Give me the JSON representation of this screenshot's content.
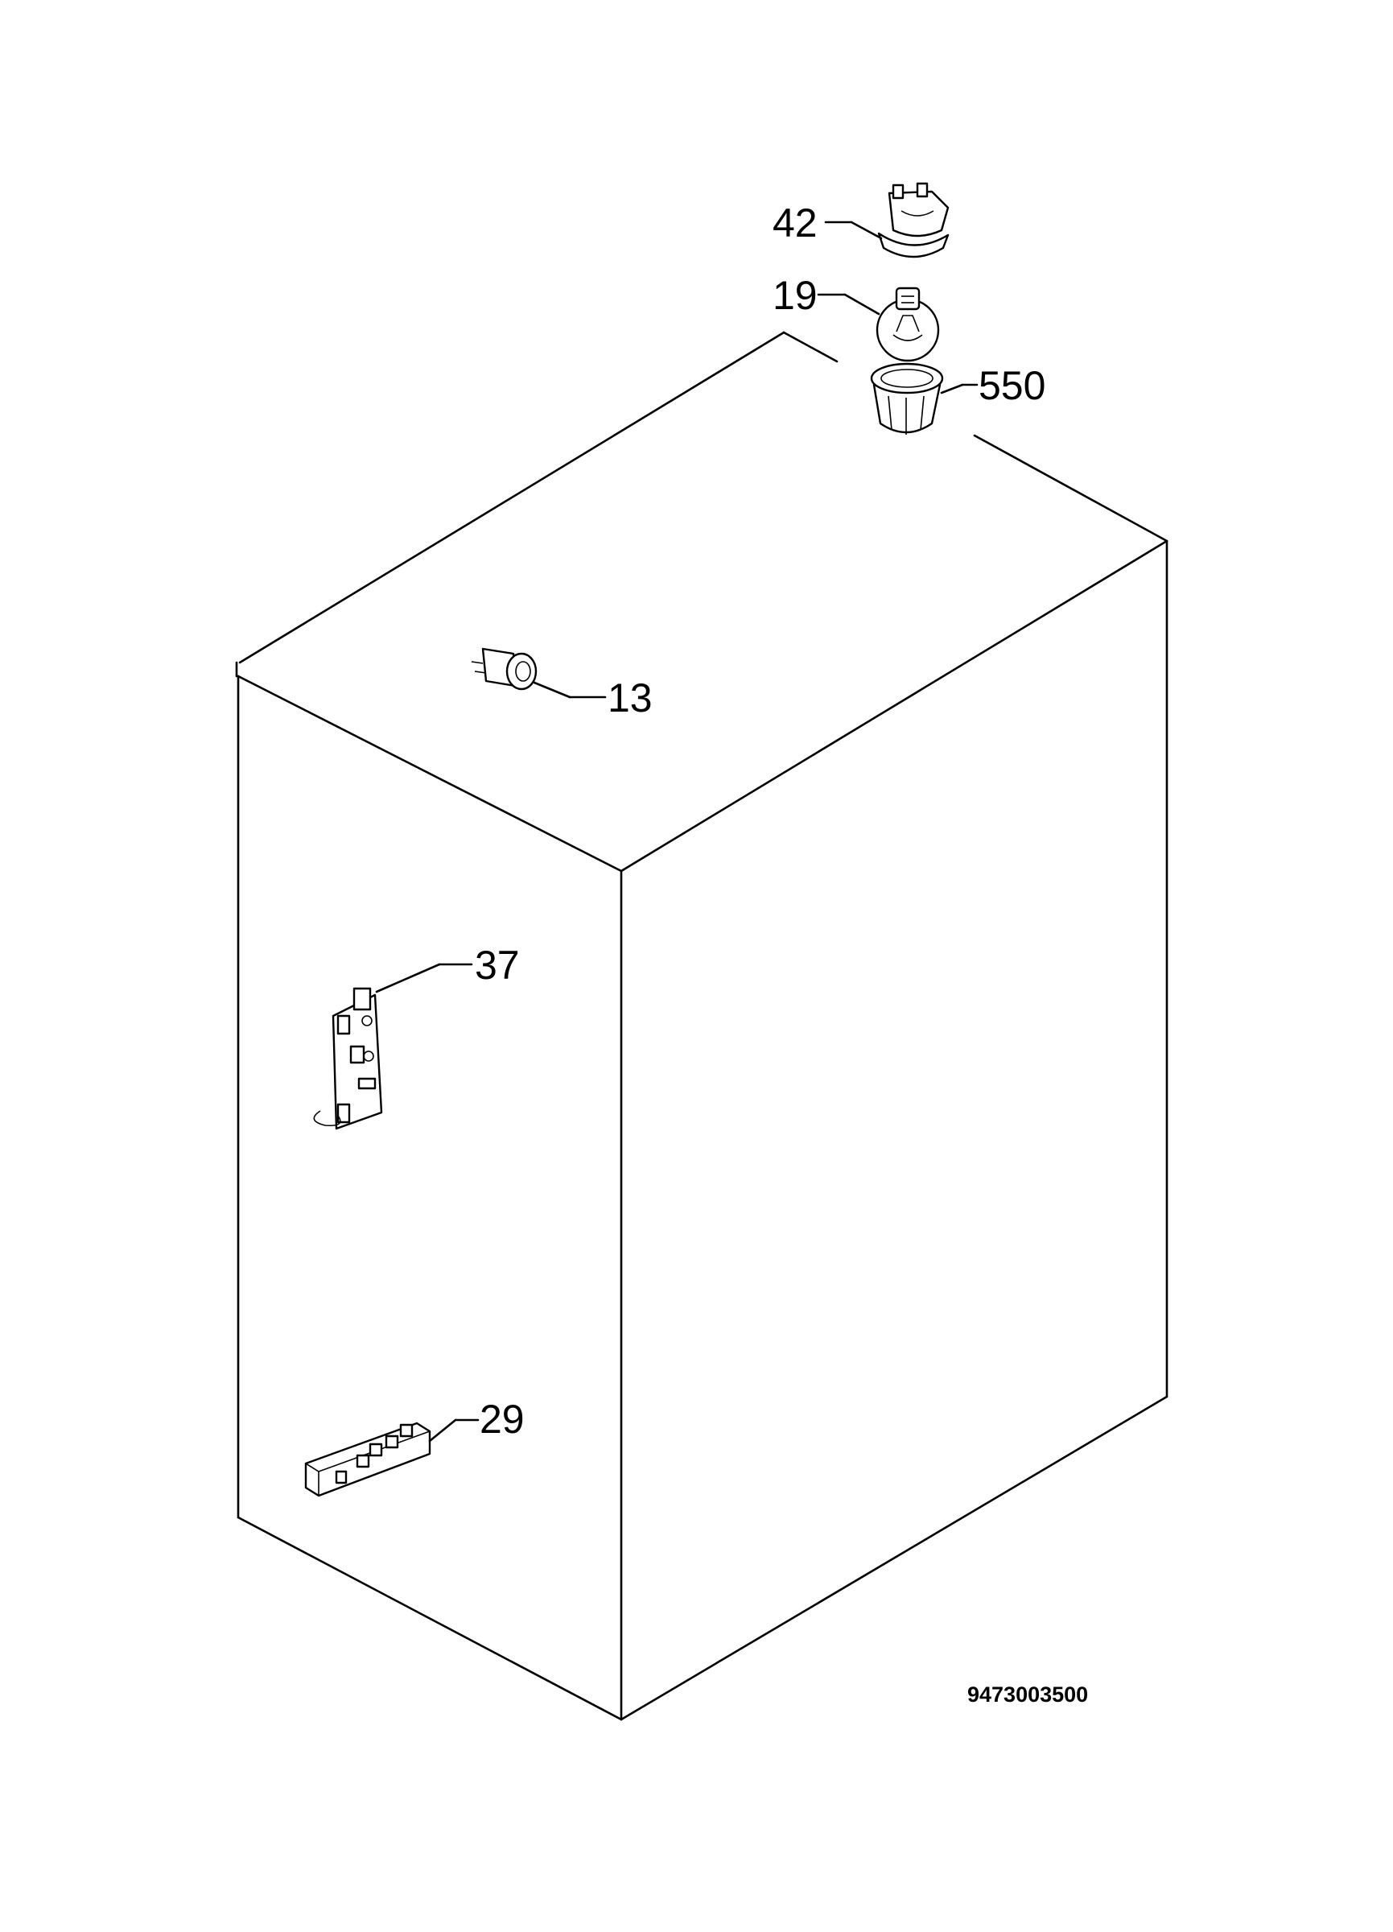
{
  "diagram": {
    "drawing_code": "9473003500",
    "callouts": [
      {
        "id": "42",
        "label": "42"
      },
      {
        "id": "19",
        "label": "19"
      },
      {
        "id": "550",
        "label": "550"
      },
      {
        "id": "13",
        "label": "13"
      },
      {
        "id": "37",
        "label": "37"
      },
      {
        "id": "29",
        "label": "29"
      }
    ]
  }
}
